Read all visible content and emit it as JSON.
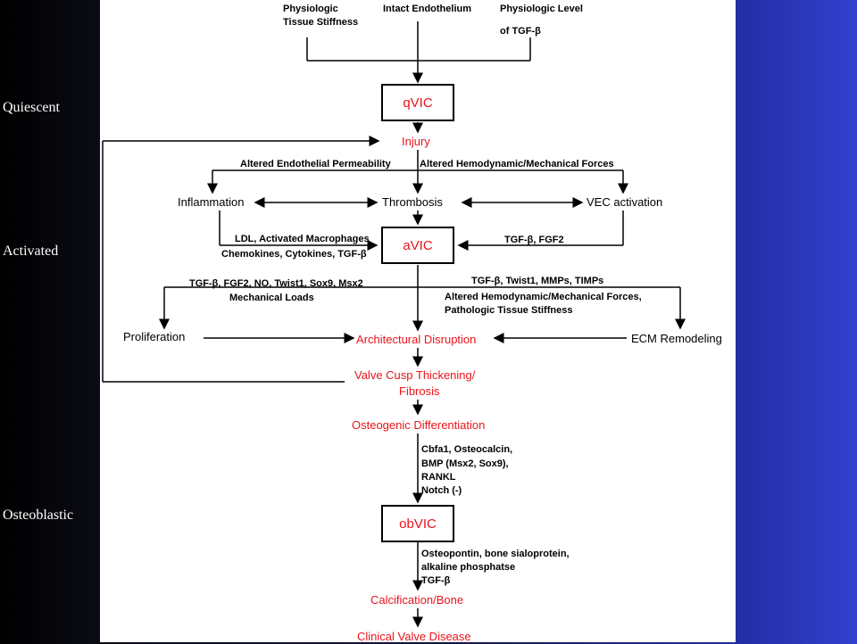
{
  "sidebar": {
    "quiescent": "Quiescent",
    "activated": "Activated",
    "osteoblastic": "Osteoblastic"
  },
  "diagram": {
    "top_inputs": {
      "stiffness_line1": "Physiologic",
      "stiffness_line2": "Tissue Stiffness",
      "endothelium": "Intact Endothelium",
      "tgf_line1": "Physiologic Level",
      "tgf_line2": "of TGF-β"
    },
    "nodes": {
      "qvic": "qVIC",
      "injury": "Injury",
      "inflammation": "Inflammation",
      "thrombosis": "Thrombosis",
      "vec_activation": "VEC activation",
      "avic": "aVIC",
      "proliferation": "Proliferation",
      "architectural_disruption": "Architectural Disruption",
      "ecm_remodeling": "ECM Remodeling",
      "thickening_line1": "Valve Cusp Thickening/",
      "thickening_line2": "Fibrosis",
      "osteogenic": "Osteogenic Differentiation",
      "obvic": "obVIC",
      "calcification": "Calcification/Bone",
      "clinical": "Clinical Valve Disease"
    },
    "edge_labels": {
      "permeability": "Altered Endothelial Permeability",
      "hemodynamic": "Altered Hemodynamic/Mechanical Forces",
      "ldl": "LDL, Activated Macrophages",
      "chemokines": "Chemokines, Cytokines, TGF-β",
      "tgf_fgf2": "TGF-β, FGF2",
      "left_factors": "TGF-β, FGF2, NO, Twist1, Sox9, Msx2",
      "mech_loads": "Mechanical Loads",
      "right_factors": "TGF-β, Twist1, MMPs, TIMPs",
      "right_forces_line1": "Altered Hemodynamic/Mechanical Forces,",
      "right_forces_line2": "Pathologic Tissue Stiffness",
      "osteo_factors_1": "Cbfa1, Osteocalcin,",
      "osteo_factors_2": "BMP (Msx2, Sox9),",
      "osteo_factors_3": "RANKL",
      "osteo_factors_4": "Notch (-)",
      "bone_factors_1": "Osteopontin, bone sialoprotein,",
      "bone_factors_2": "alkaline phosphatse",
      "bone_factors_3": "TGF-β"
    }
  }
}
